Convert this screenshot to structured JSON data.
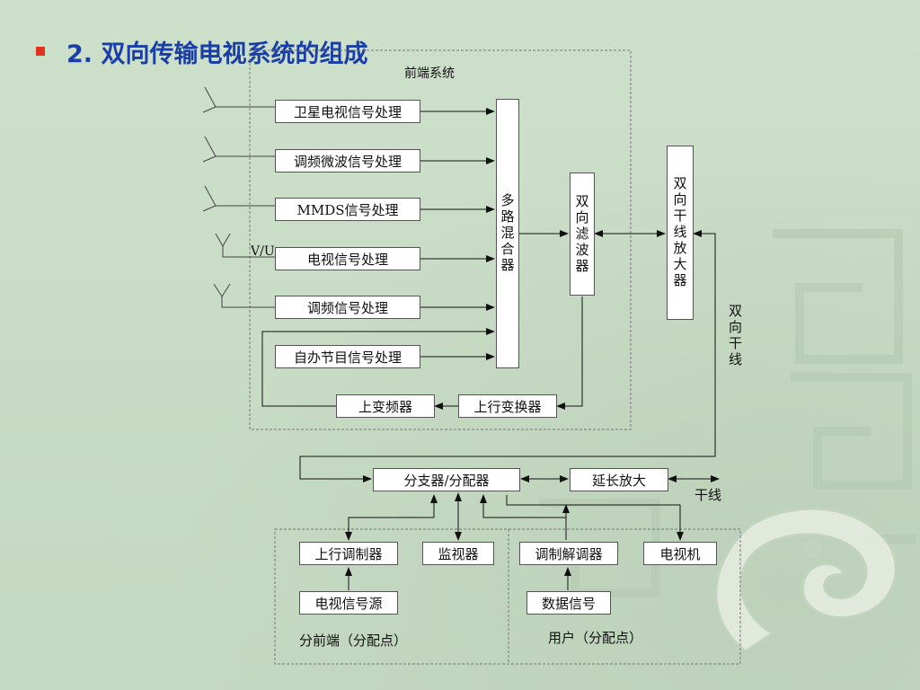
{
  "slide": {
    "title": "2. 双向传输电视系统的组成",
    "colors": {
      "title": "#1a3ea8",
      "bullet": "#e0321e",
      "background": "#c9dcc6"
    }
  },
  "headend": {
    "label": "前端系统",
    "sources": [
      {
        "label": "卫星电视信号处理",
        "antenna": "dish-antenna-icon"
      },
      {
        "label": "调频微波信号处理",
        "antenna": "dish-antenna-icon"
      },
      {
        "label": "MMDS信号处理",
        "antenna": "dish-antenna-icon"
      },
      {
        "label": "电视信号处理",
        "antenna": "yagi-antenna-icon"
      },
      {
        "label": "调频信号处理",
        "antenna": "yagi-antenna-icon"
      },
      {
        "label": "自办节目信号处理",
        "antenna": ""
      }
    ],
    "vu_label": "V/U",
    "mixer": "多路混合器",
    "filter": "双向滤波器",
    "trunk_amp": "双向干线放大器",
    "upconverter": "上变频器",
    "upstream_converter": "上行变换器"
  },
  "trunk": {
    "bidirectional_trunk": "双向干线",
    "trunk_label": "干线",
    "splitter": "分支器/分配器",
    "extender": "延长放大"
  },
  "sub_headend": {
    "label": "分前端（分配点）",
    "upstream_modulator": "上行调制器",
    "monitor": "监视器",
    "tv_source": "电视信号源"
  },
  "user": {
    "label": "用户（分配点）",
    "modem": "调制解调器",
    "tv": "电视机",
    "data_signal": "数据信号"
  }
}
